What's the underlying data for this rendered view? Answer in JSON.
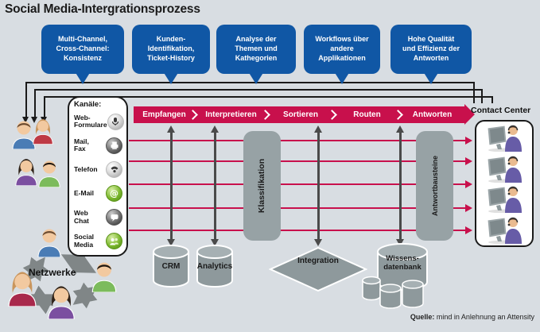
{
  "title": "Social Media-Intergrationsprozess",
  "callouts": [
    {
      "text": "Multi-Channel,\nCross-Channel:\nKonsistenz"
    },
    {
      "text": "Kunden-\nIdentifikation,\nTicket-History"
    },
    {
      "text": "Analyse der\nThemen und\nKathegorien"
    },
    {
      "text": "Workflows über\nandere\nApplikationen"
    },
    {
      "text": "Hohe Qualität\nund Effizienz der\nAntworten"
    }
  ],
  "channels": {
    "header": "Kanäle:",
    "items": [
      {
        "label": "Web-\nFormulare",
        "icon": "web-form-icon"
      },
      {
        "label": "Mail,\nFax",
        "icon": "mail-fax-icon"
      },
      {
        "label": "Telefon",
        "icon": "phone-icon"
      },
      {
        "label": "E-Mail",
        "icon": "email-icon"
      },
      {
        "label": "Web\nChat",
        "icon": "web-chat-icon"
      },
      {
        "label": "Social\nMedia",
        "icon": "social-media-icon"
      }
    ]
  },
  "process": {
    "steps": [
      "Empfangen",
      "Interpretieren",
      "Sortieren",
      "Routen",
      "Antworten"
    ]
  },
  "pipeline": {
    "klassifikation": "Klassifikation",
    "antwortbausteine": "Antwortbausteine"
  },
  "systems": {
    "crm": "CRM",
    "analytics": "Analytics",
    "integration": "Integration",
    "wissensdatenbank": "Wissens-\ndatenbank"
  },
  "contact_center": {
    "label": "Contact Center",
    "agent_count": 4
  },
  "network": {
    "label": "Netzwerke"
  },
  "source": {
    "label_bold": "Quelle:",
    "label_rest": " mind in Anlehnung an Attensity"
  },
  "colors": {
    "background": "#D8DDE2",
    "callout-blue": "#1057A5",
    "process-red": "#C8104C",
    "box-gray": "#97A2A5",
    "cylinder-gray": "#8E999C",
    "arrow-dark": "#4A4A4A",
    "green-icon": "#7CB82F"
  }
}
